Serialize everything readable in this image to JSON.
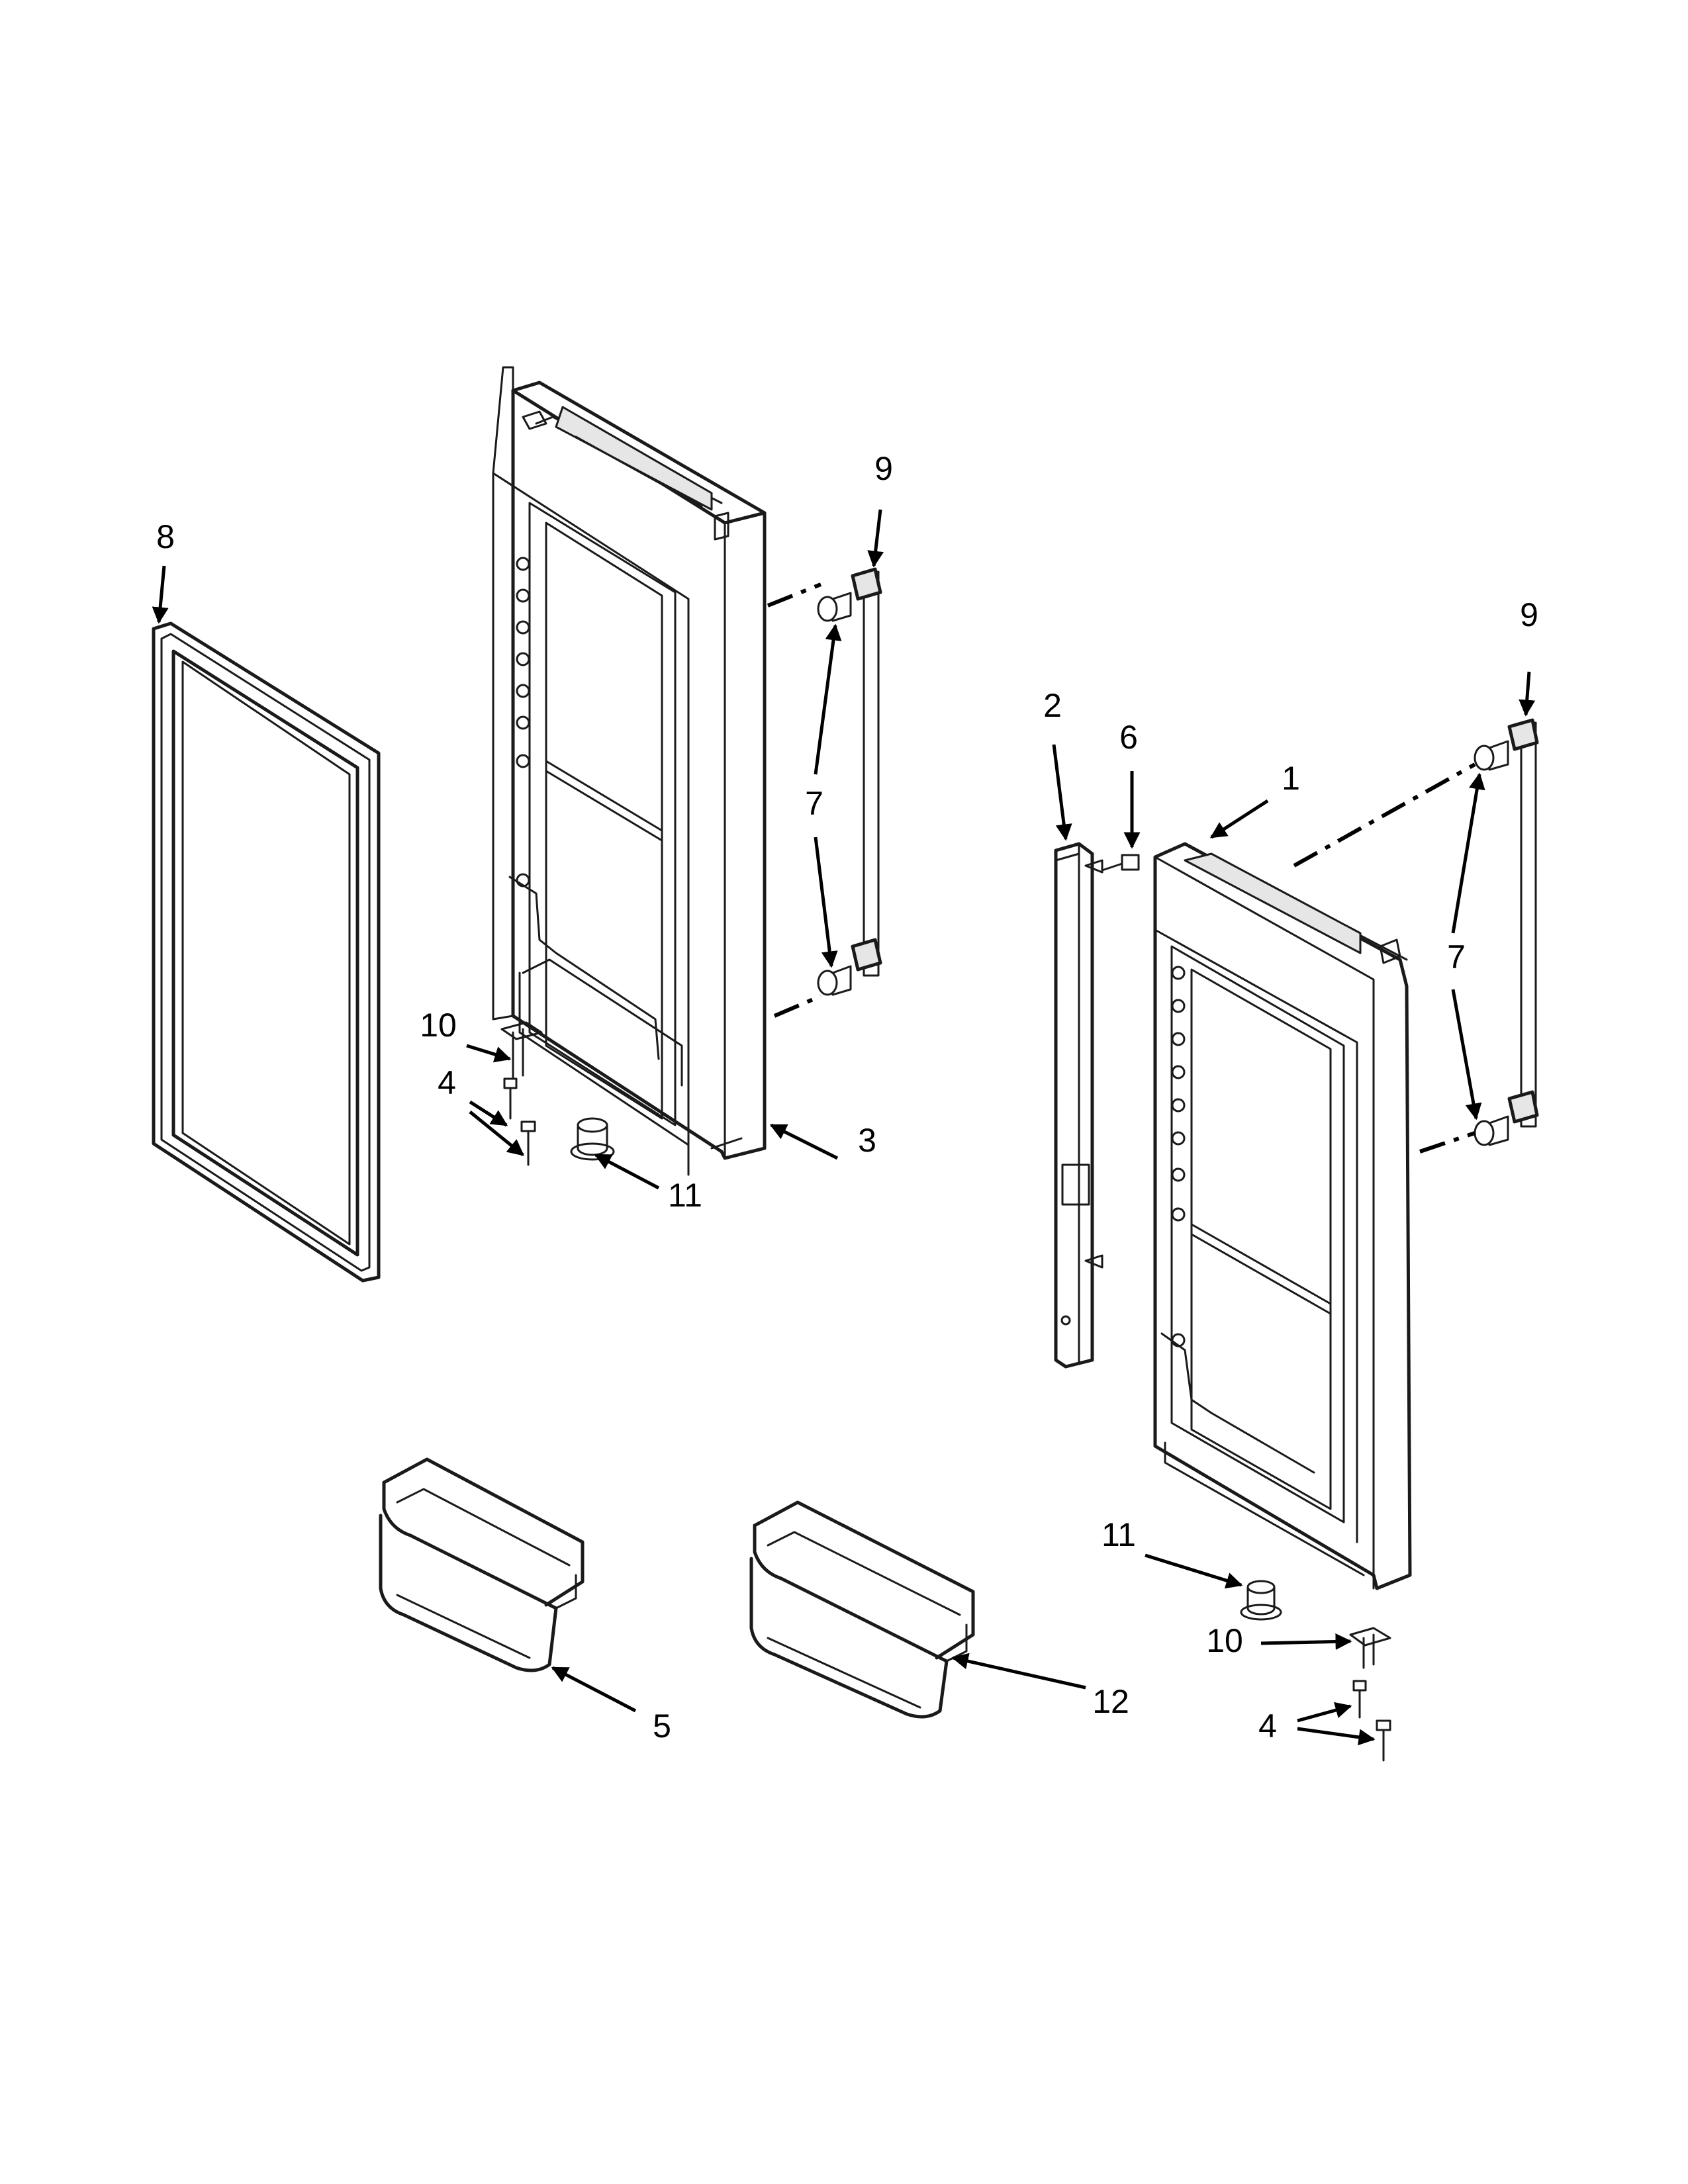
{
  "callouts": [
    {
      "id": "c8",
      "label": "8"
    },
    {
      "id": "c9a",
      "label": "9"
    },
    {
      "id": "c7a",
      "label": "7"
    },
    {
      "id": "c10a",
      "label": "10"
    },
    {
      "id": "c4a",
      "label": "4"
    },
    {
      "id": "c11a",
      "label": "11"
    },
    {
      "id": "c3",
      "label": "3"
    },
    {
      "id": "c2",
      "label": "2"
    },
    {
      "id": "c6",
      "label": "6"
    },
    {
      "id": "c1",
      "label": "1"
    },
    {
      "id": "c9b",
      "label": "9"
    },
    {
      "id": "c7b",
      "label": "7"
    },
    {
      "id": "c11b",
      "label": "11"
    },
    {
      "id": "c10b",
      "label": "10"
    },
    {
      "id": "c4b",
      "label": "4"
    },
    {
      "id": "c5",
      "label": "5"
    },
    {
      "id": "c12",
      "label": "12"
    }
  ]
}
